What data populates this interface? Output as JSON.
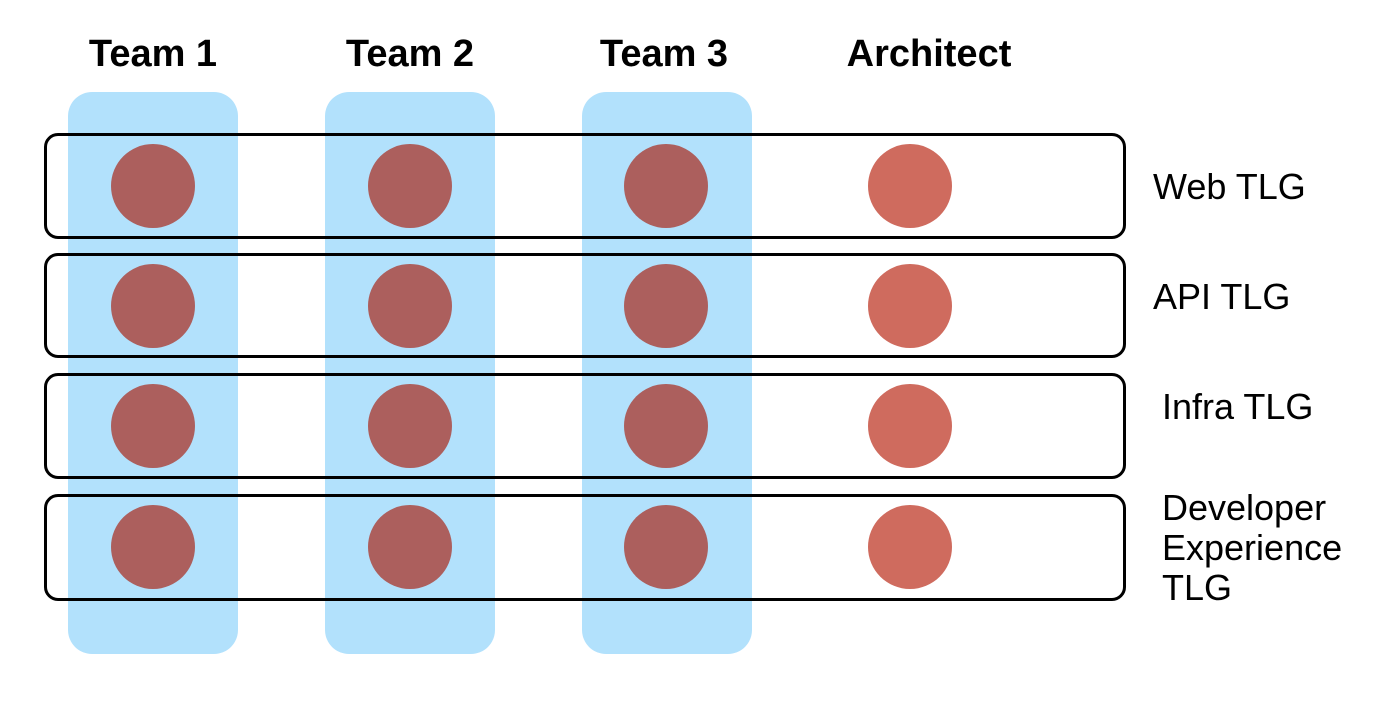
{
  "columns": [
    {
      "label": "Team 1",
      "kind": "team"
    },
    {
      "label": "Team 2",
      "kind": "team"
    },
    {
      "label": "Team 3",
      "kind": "team"
    },
    {
      "label": "Architect",
      "kind": "architect"
    }
  ],
  "rows": [
    {
      "label": "Web TLG"
    },
    {
      "label": "API TLG"
    },
    {
      "label": "Infra TLG"
    },
    {
      "label": "Developer Experience TLG"
    }
  ],
  "colors": {
    "team_band": "#a5dcfb",
    "team_member": "#ac5f5d",
    "architect_member": "#cf6b5e",
    "row_border": "#000000"
  }
}
